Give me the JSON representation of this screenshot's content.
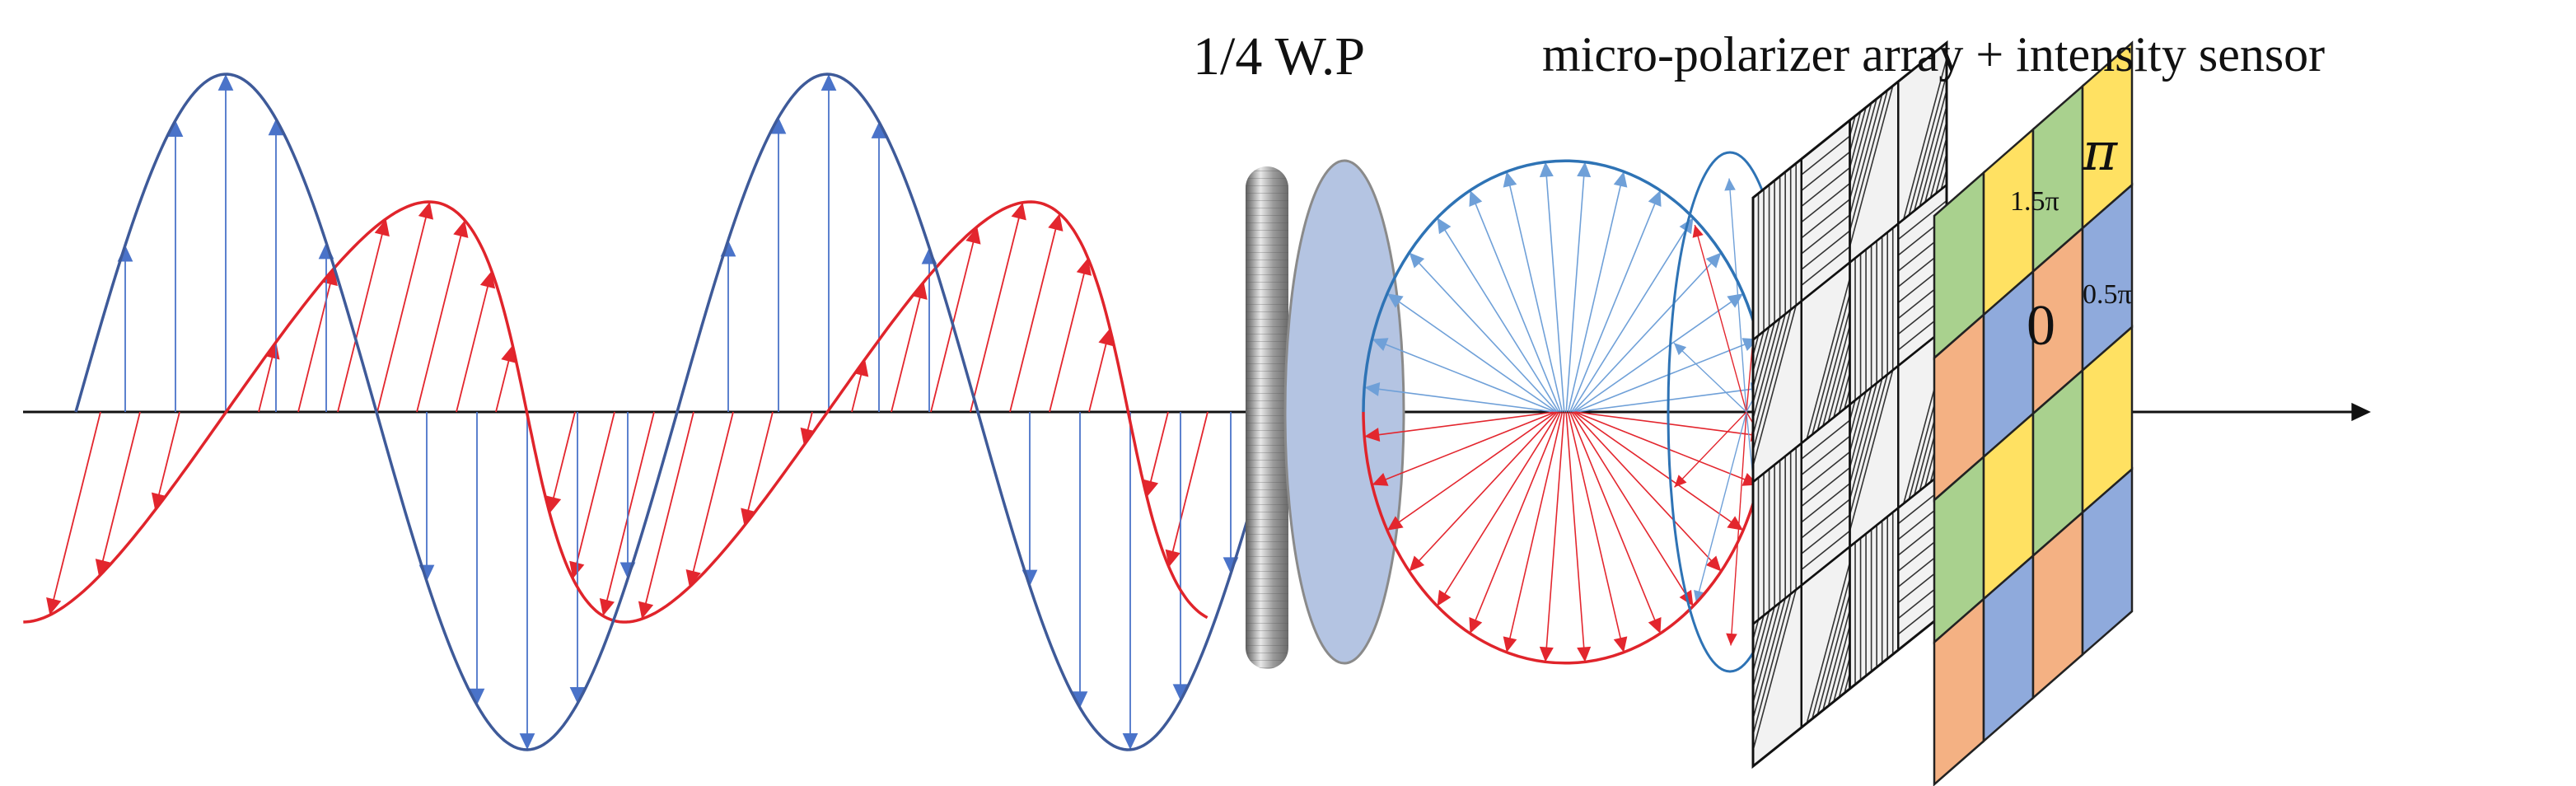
{
  "labels": {
    "waveplate": "1/4 W.P",
    "sensor": "micro-polarizer array + intensity sensor",
    "phase_pi": "π",
    "phase_1_5pi": "1.5π",
    "phase_0": "0",
    "phase_0_5pi": "0.5π"
  },
  "colors": {
    "wave_blue": "#3e5a99",
    "arrow_blue": "#4a73c9",
    "light_blue_arrow": "#6fa0d8",
    "wave_red": "#e0242b",
    "arrow_red": "#e3262e",
    "circle_blue": "#2e73b5",
    "axis": "#111111",
    "waveplate_face": "#b4c4e2",
    "waveplate_edge": "#8a8a8a",
    "cell_green": "#a9d18e",
    "cell_yellow": "#ffe162",
    "cell_orange": "#f4b183",
    "cell_blue": "#8faadc",
    "grid_gray": "#b8b8b8"
  },
  "sensor_cells": [
    [
      "cell_green",
      "cell_yellow",
      "cell_green",
      "cell_yellow"
    ],
    [
      "cell_orange",
      "cell_blue",
      "cell_orange",
      "cell_blue"
    ],
    [
      "cell_green",
      "cell_yellow",
      "cell_green",
      "cell_yellow"
    ],
    [
      "cell_orange",
      "cell_blue",
      "cell_orange",
      "cell_blue"
    ]
  ]
}
